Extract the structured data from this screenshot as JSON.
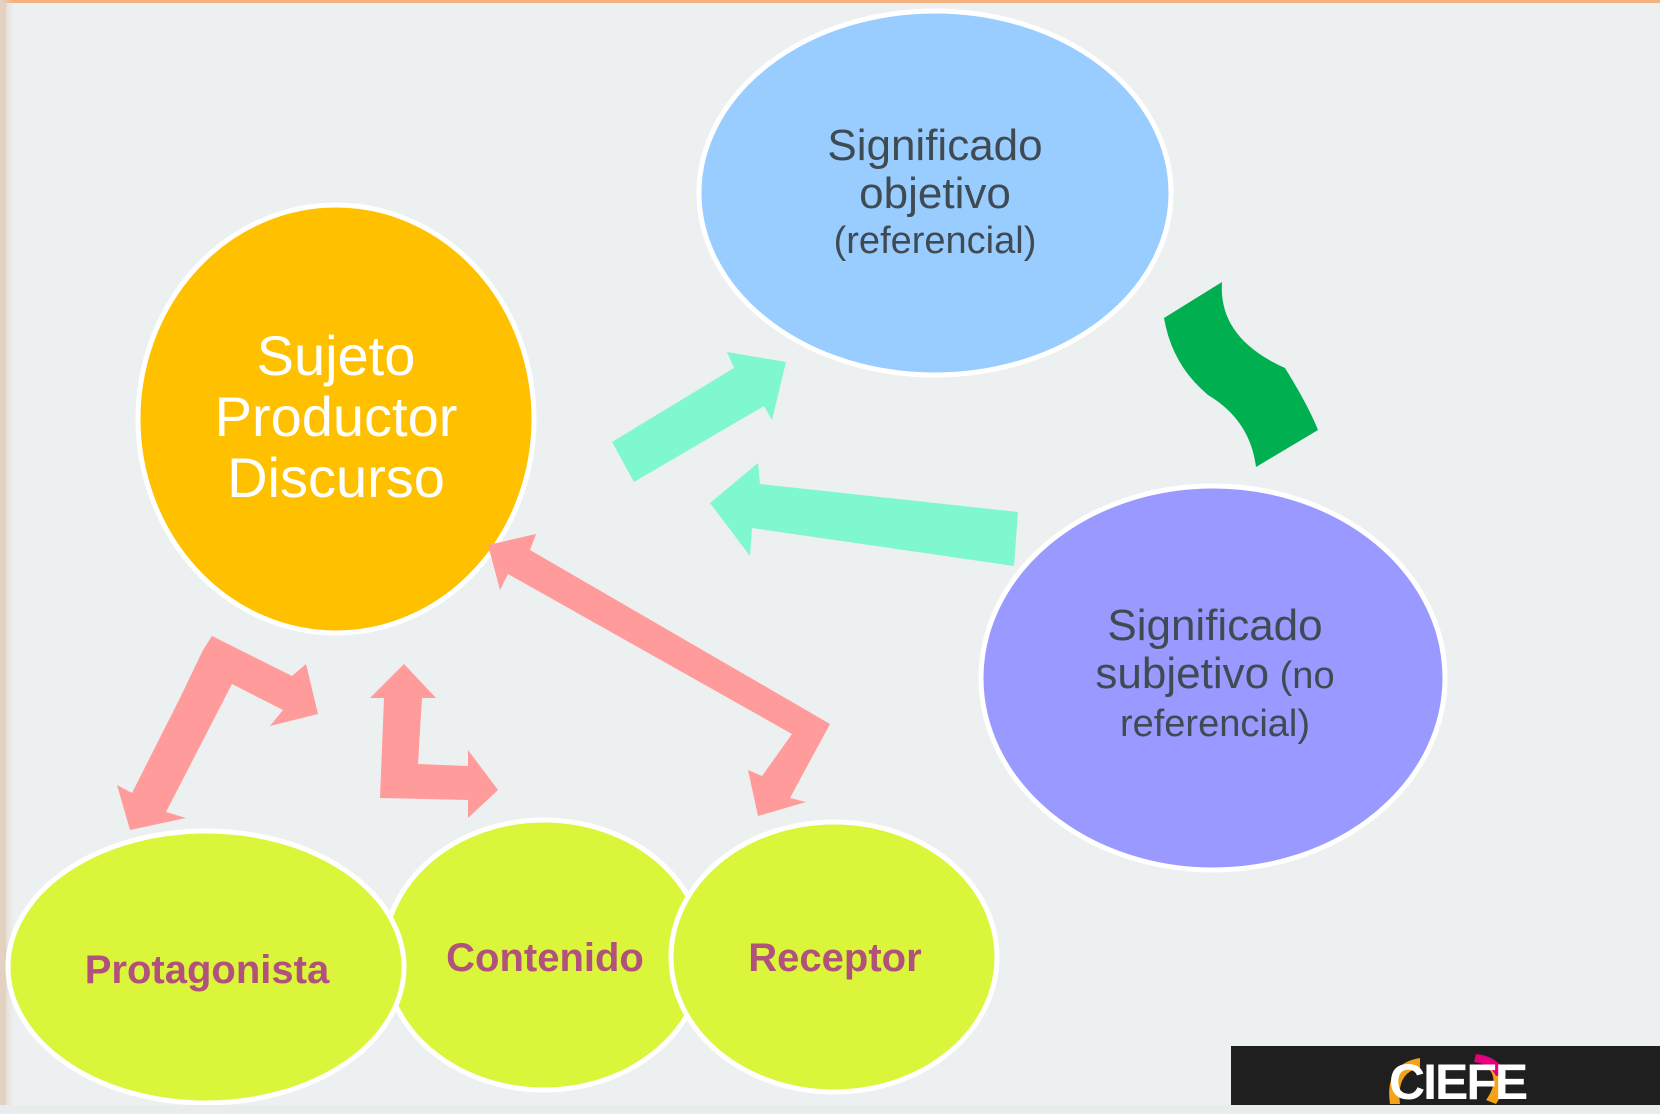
{
  "diagram": {
    "sujeto": [
      "Sujeto",
      "Productor",
      "Discurso"
    ],
    "significado_objetivo": {
      "line1": "Significado",
      "line2": "objetivo",
      "line3": "(referencial)"
    },
    "significado_subjetivo": {
      "line1": "Significado",
      "line2a": "subjetivo",
      "line2b": " (no",
      "line3": "referencial)"
    },
    "leaves": {
      "protagonista": "Protagonista",
      "contenido": "Contenido",
      "receptor": "Receptor"
    }
  },
  "logo": {
    "text": "CIEFE"
  },
  "colors": {
    "sujeto": "#ffc000",
    "objetivo": "#99ccff",
    "subjetivo": "#9999ff",
    "leaf": "#dbf53a",
    "leaf_text": "#b0527c",
    "aqua_arrow": "#7ff7cf",
    "pink_arrow": "#ff9b9b",
    "green_shape": "#00b050"
  }
}
